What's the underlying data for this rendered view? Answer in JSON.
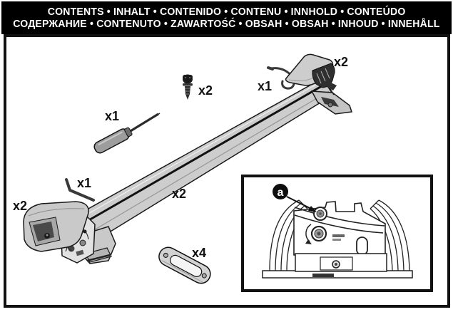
{
  "header": {
    "line1": "CONTENTS • INHALT • CONTENIDO • CONTENU • INNHOLD • CONTEÚDO",
    "line2": "СОДЕРЖАНИЕ • CONTENUTO • ZAWARTOŚĆ • OBSAH • OBSAH • INHOUD • INNEHÅLL"
  },
  "parts": {
    "screwdriver": {
      "name": "screwdriver",
      "qty": "x1"
    },
    "screw": {
      "name": "flanged-screw",
      "qty": "x2"
    },
    "hook_tool": {
      "name": "hook-key",
      "qty": "x1"
    },
    "cover": {
      "name": "foot-cover-panel",
      "qty": "x2"
    },
    "crossbar": {
      "name": "crossbar",
      "qty": "x2"
    },
    "hex_key": {
      "name": "hex-key",
      "qty": "x1"
    },
    "end_cap": {
      "name": "end-cap",
      "qty": "x2"
    },
    "pad": {
      "name": "rubber-pad",
      "qty": "x4"
    }
  },
  "inset": {
    "callout": "a"
  },
  "colors": {
    "header_bg": "#000000",
    "header_text": "#ffffff",
    "part_fill": "#cdcdcd",
    "outline": "#1a1a1a"
  }
}
